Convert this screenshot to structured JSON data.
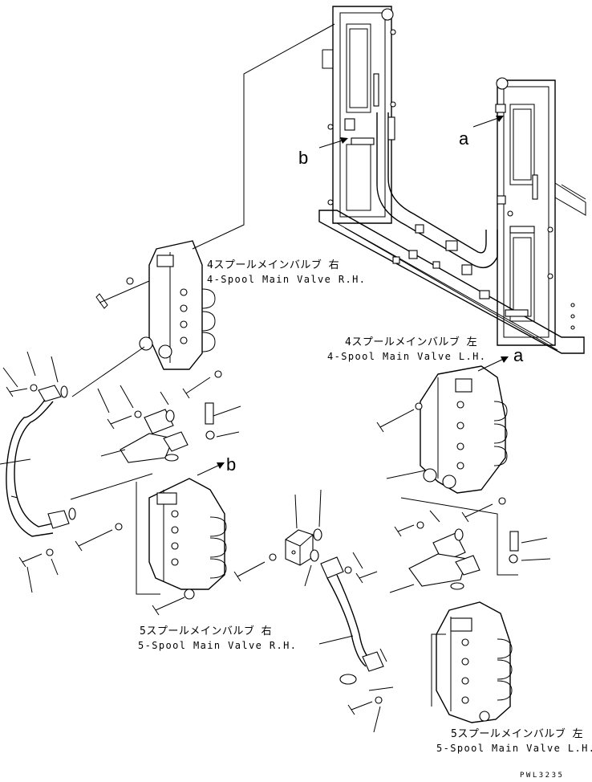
{
  "references": {
    "a_label": "a",
    "b_label": "b"
  },
  "valves": {
    "spool4_rh": {
      "jp": "4スプールメインバルブ 右",
      "en": "4-Spool Main Valve R.H."
    },
    "spool4_lh": {
      "jp": "4スプールメインバルブ 左",
      "en": "4-Spool Main Valve L.H."
    },
    "spool5_rh": {
      "jp": "5スプールメインバルブ 右",
      "en": "5-Spool Main Valve R.H."
    },
    "spool5_lh": {
      "jp": "5スプールメインバルブ 左",
      "en": "5-Spool Main Valve L.H."
    }
  },
  "drawing_code": "PWL3235"
}
